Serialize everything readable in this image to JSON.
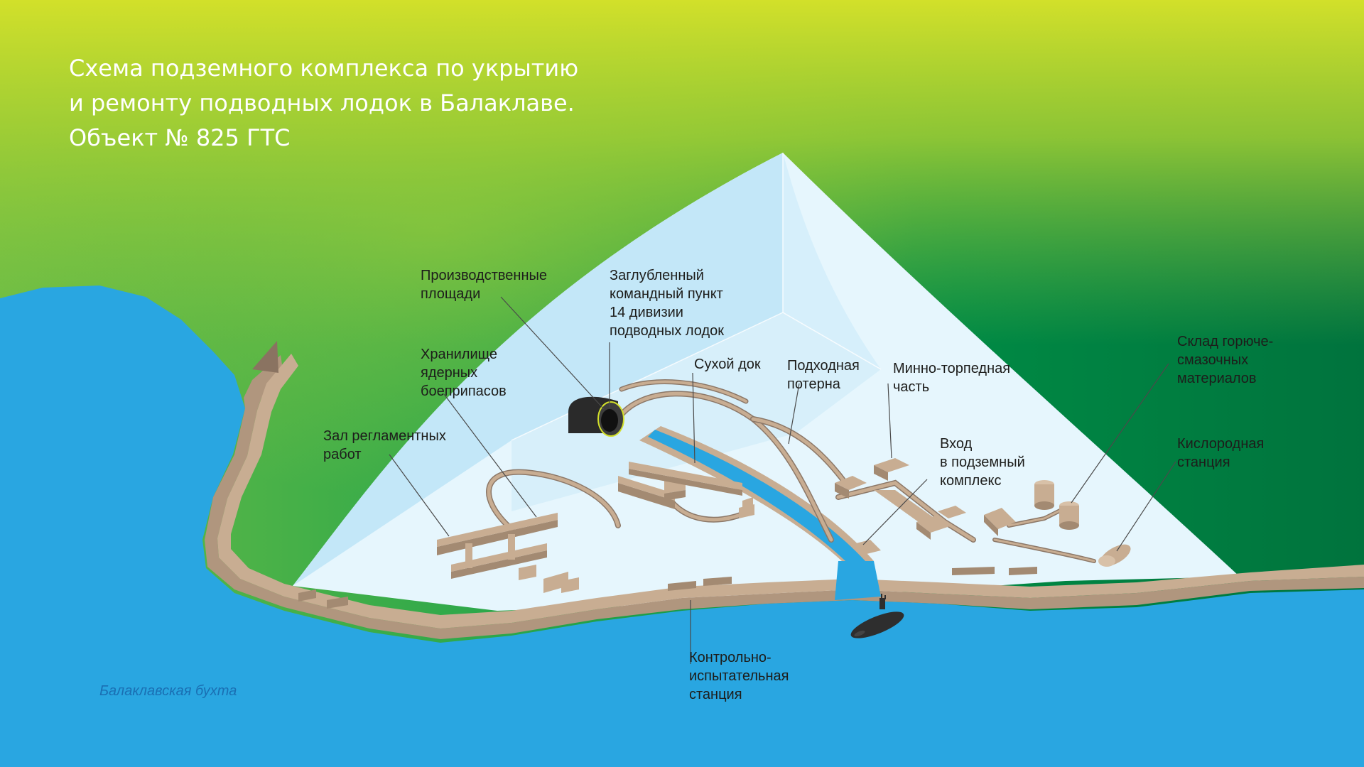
{
  "title": {
    "line1": "Схема подземного комплекса по укрытию",
    "line2": "и ремонту подводных лодок в Балаклаве.",
    "line3": "Объект № 825 ГТС"
  },
  "bay_label": "Балаклавская бухта",
  "labels": {
    "production": [
      "Производственные",
      "площади"
    ],
    "command_post": [
      "Заглубленный",
      "командный пункт",
      "14 дивизии",
      "подводных лодок"
    ],
    "nuclear_storage": [
      "Хранилище",
      "ядерных",
      "боеприпасов"
    ],
    "dry_dock": [
      "Сухой док"
    ],
    "approach_tunnel": [
      "Подходная",
      "потерна"
    ],
    "mine_torpedo": [
      "Минно-торпедная",
      "часть"
    ],
    "fuel_storage": [
      "Склад горюче-",
      "смазочных",
      "материалов"
    ],
    "maintenance_hall": [
      "Зал регламентных",
      "работ"
    ],
    "entrance": [
      "Вход",
      "в подземный",
      "комплекс"
    ],
    "oxygen_station": [
      "Кислородная",
      "станция"
    ],
    "test_station": [
      "Контрольно-",
      "испытательная",
      "станция"
    ]
  },
  "colors": {
    "sea": "#29a6e1",
    "hill_dark": "#00733d",
    "hill_light": "#7dc242",
    "hill_top": "#d2e02a",
    "mountain_pale": "#e6f6fd",
    "mountain_shade": "#bfe6f7",
    "land": "#c8ad92",
    "land_dark": "#a38a72",
    "channel": "#29a6e1",
    "submarine": "#2e2e2e"
  }
}
